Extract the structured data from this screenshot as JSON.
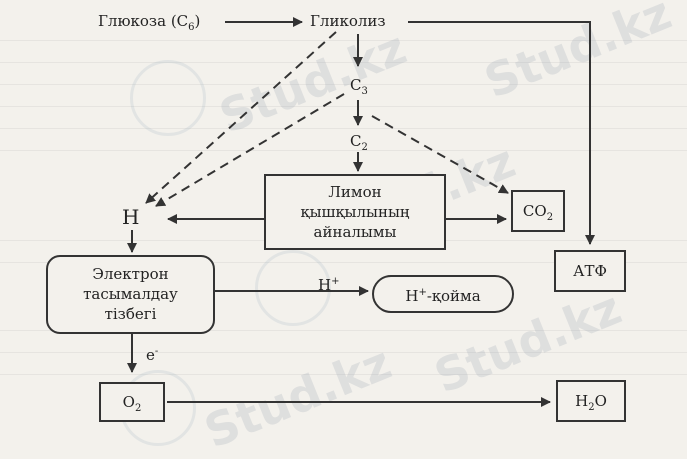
{
  "nodes": {
    "glucose": "Глюкоза (С",
    "glucose_sub": "6",
    "glucose_end": ")",
    "glycolysis": "Гликолиз",
    "c3": "С",
    "c3_sub": "3",
    "c2": "С",
    "c2_sub": "2",
    "krebs_line1": "Лимон",
    "krebs_line2": "қышқылының",
    "krebs_line3": "айналымы",
    "co2": "СО",
    "co2_sub": "2",
    "atp": "АТФ",
    "h": "Н",
    "etc_line1": "Электрон",
    "etc_line2": "тасымалдау",
    "etc_line3": "тізбегі",
    "h_plus_label": "Н",
    "h_plus_sup": "+",
    "h_storage": "Н",
    "h_storage_sup": "+",
    "h_storage_rest": "-қойма",
    "electron_label": "е",
    "electron_sup": "-",
    "o2": "О",
    "o2_sub": "2",
    "h2o": "Н",
    "h2o_sub": "2",
    "h2o_end": "О"
  },
  "watermark": {
    "text1": "Stud.kz",
    "text2": "Stud.kz",
    "text3": "- Stud.kz",
    "text4": "Stud.kz"
  }
}
